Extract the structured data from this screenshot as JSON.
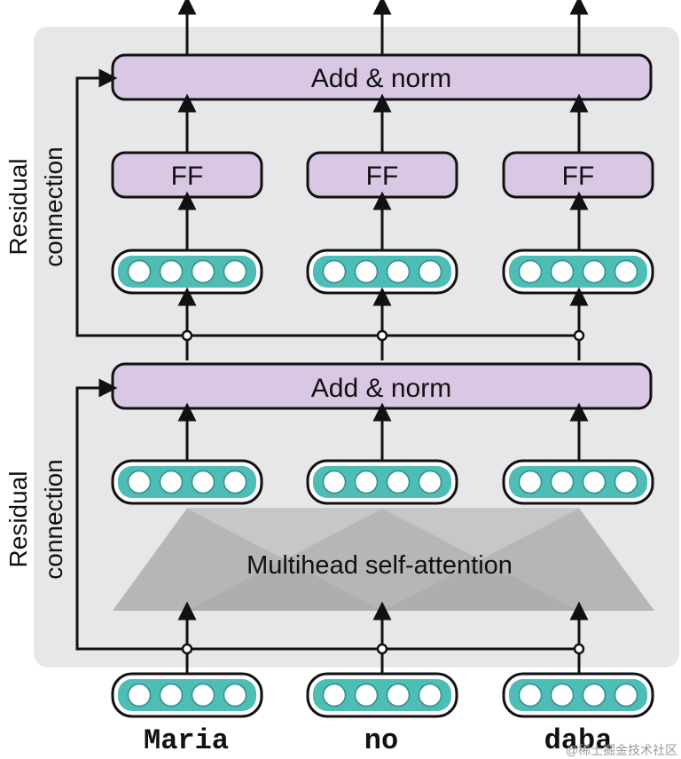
{
  "diagram": {
    "blocks": [
      {
        "add_norm_label": "Add & norm",
        "ff_label": "FF",
        "residual_line1": "Residual",
        "residual_line2": "connection"
      },
      {
        "add_norm_label": "Add & norm",
        "attention_label": "Multihead self-attention",
        "residual_line1": "Residual",
        "residual_line2": "connection"
      }
    ],
    "tokens": [
      "Maria",
      "no",
      "daba"
    ],
    "watermark": "@稀土掘金技术社区"
  },
  "colors": {
    "panel": "#e7e7e9",
    "box_fill": "#d9c7e4",
    "vector_fill": "#4dbdb6",
    "attention_fill": "#adadad",
    "line": "#111111"
  }
}
